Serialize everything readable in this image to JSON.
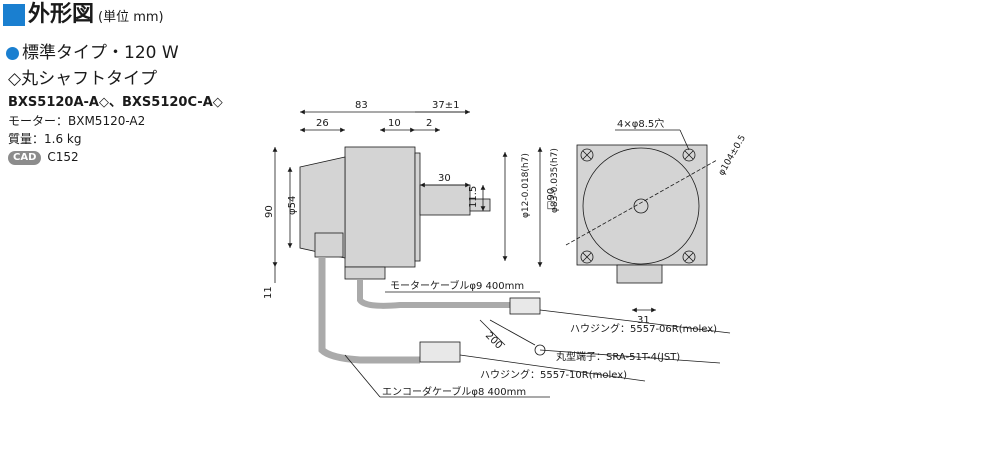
{
  "header": {
    "title": "外形図",
    "unit": "(単位 mm)"
  },
  "section": {
    "heading": "標準タイプ・120 W",
    "subheading": "◇丸シャフトタイプ",
    "models": "BXS5120A-A◇、BXS5120C-A◇",
    "motor": "モーター：BXM5120-A2",
    "mass": "質量：1.6 kg",
    "cad_badge": "CAD",
    "cad_id": "C152"
  },
  "drawing": {
    "dims": {
      "d83": "83",
      "d37": "37±1",
      "d26": "26",
      "d10": "10",
      "d2": "2",
      "d30": "30",
      "d11_5": "11.5",
      "d90": "90",
      "d54": "φ54",
      "d11": "11",
      "shaft": "φ12-0.018(h7)",
      "pilot": "φ83-0.035(h7)",
      "sq90": "□90",
      "holes": "4×φ8.5穴",
      "pcd": "φ104±0.5",
      "d31": "31",
      "d200": "200"
    },
    "labels": {
      "motor_cable": "モーターケーブルφ9 400mm",
      "housing6": "ハウジング：5557-06R(molex)",
      "terminal": "丸型端子：SRA-51T-4(JST)",
      "housing10": "ハウジング：5557-10R(molex)",
      "encoder_cable": "エンコーダケーブルφ8 400mm"
    }
  },
  "colors": {
    "accent": "#1a7fd0",
    "body": "#d4d4d4",
    "shaft": "#d4d4d4"
  }
}
